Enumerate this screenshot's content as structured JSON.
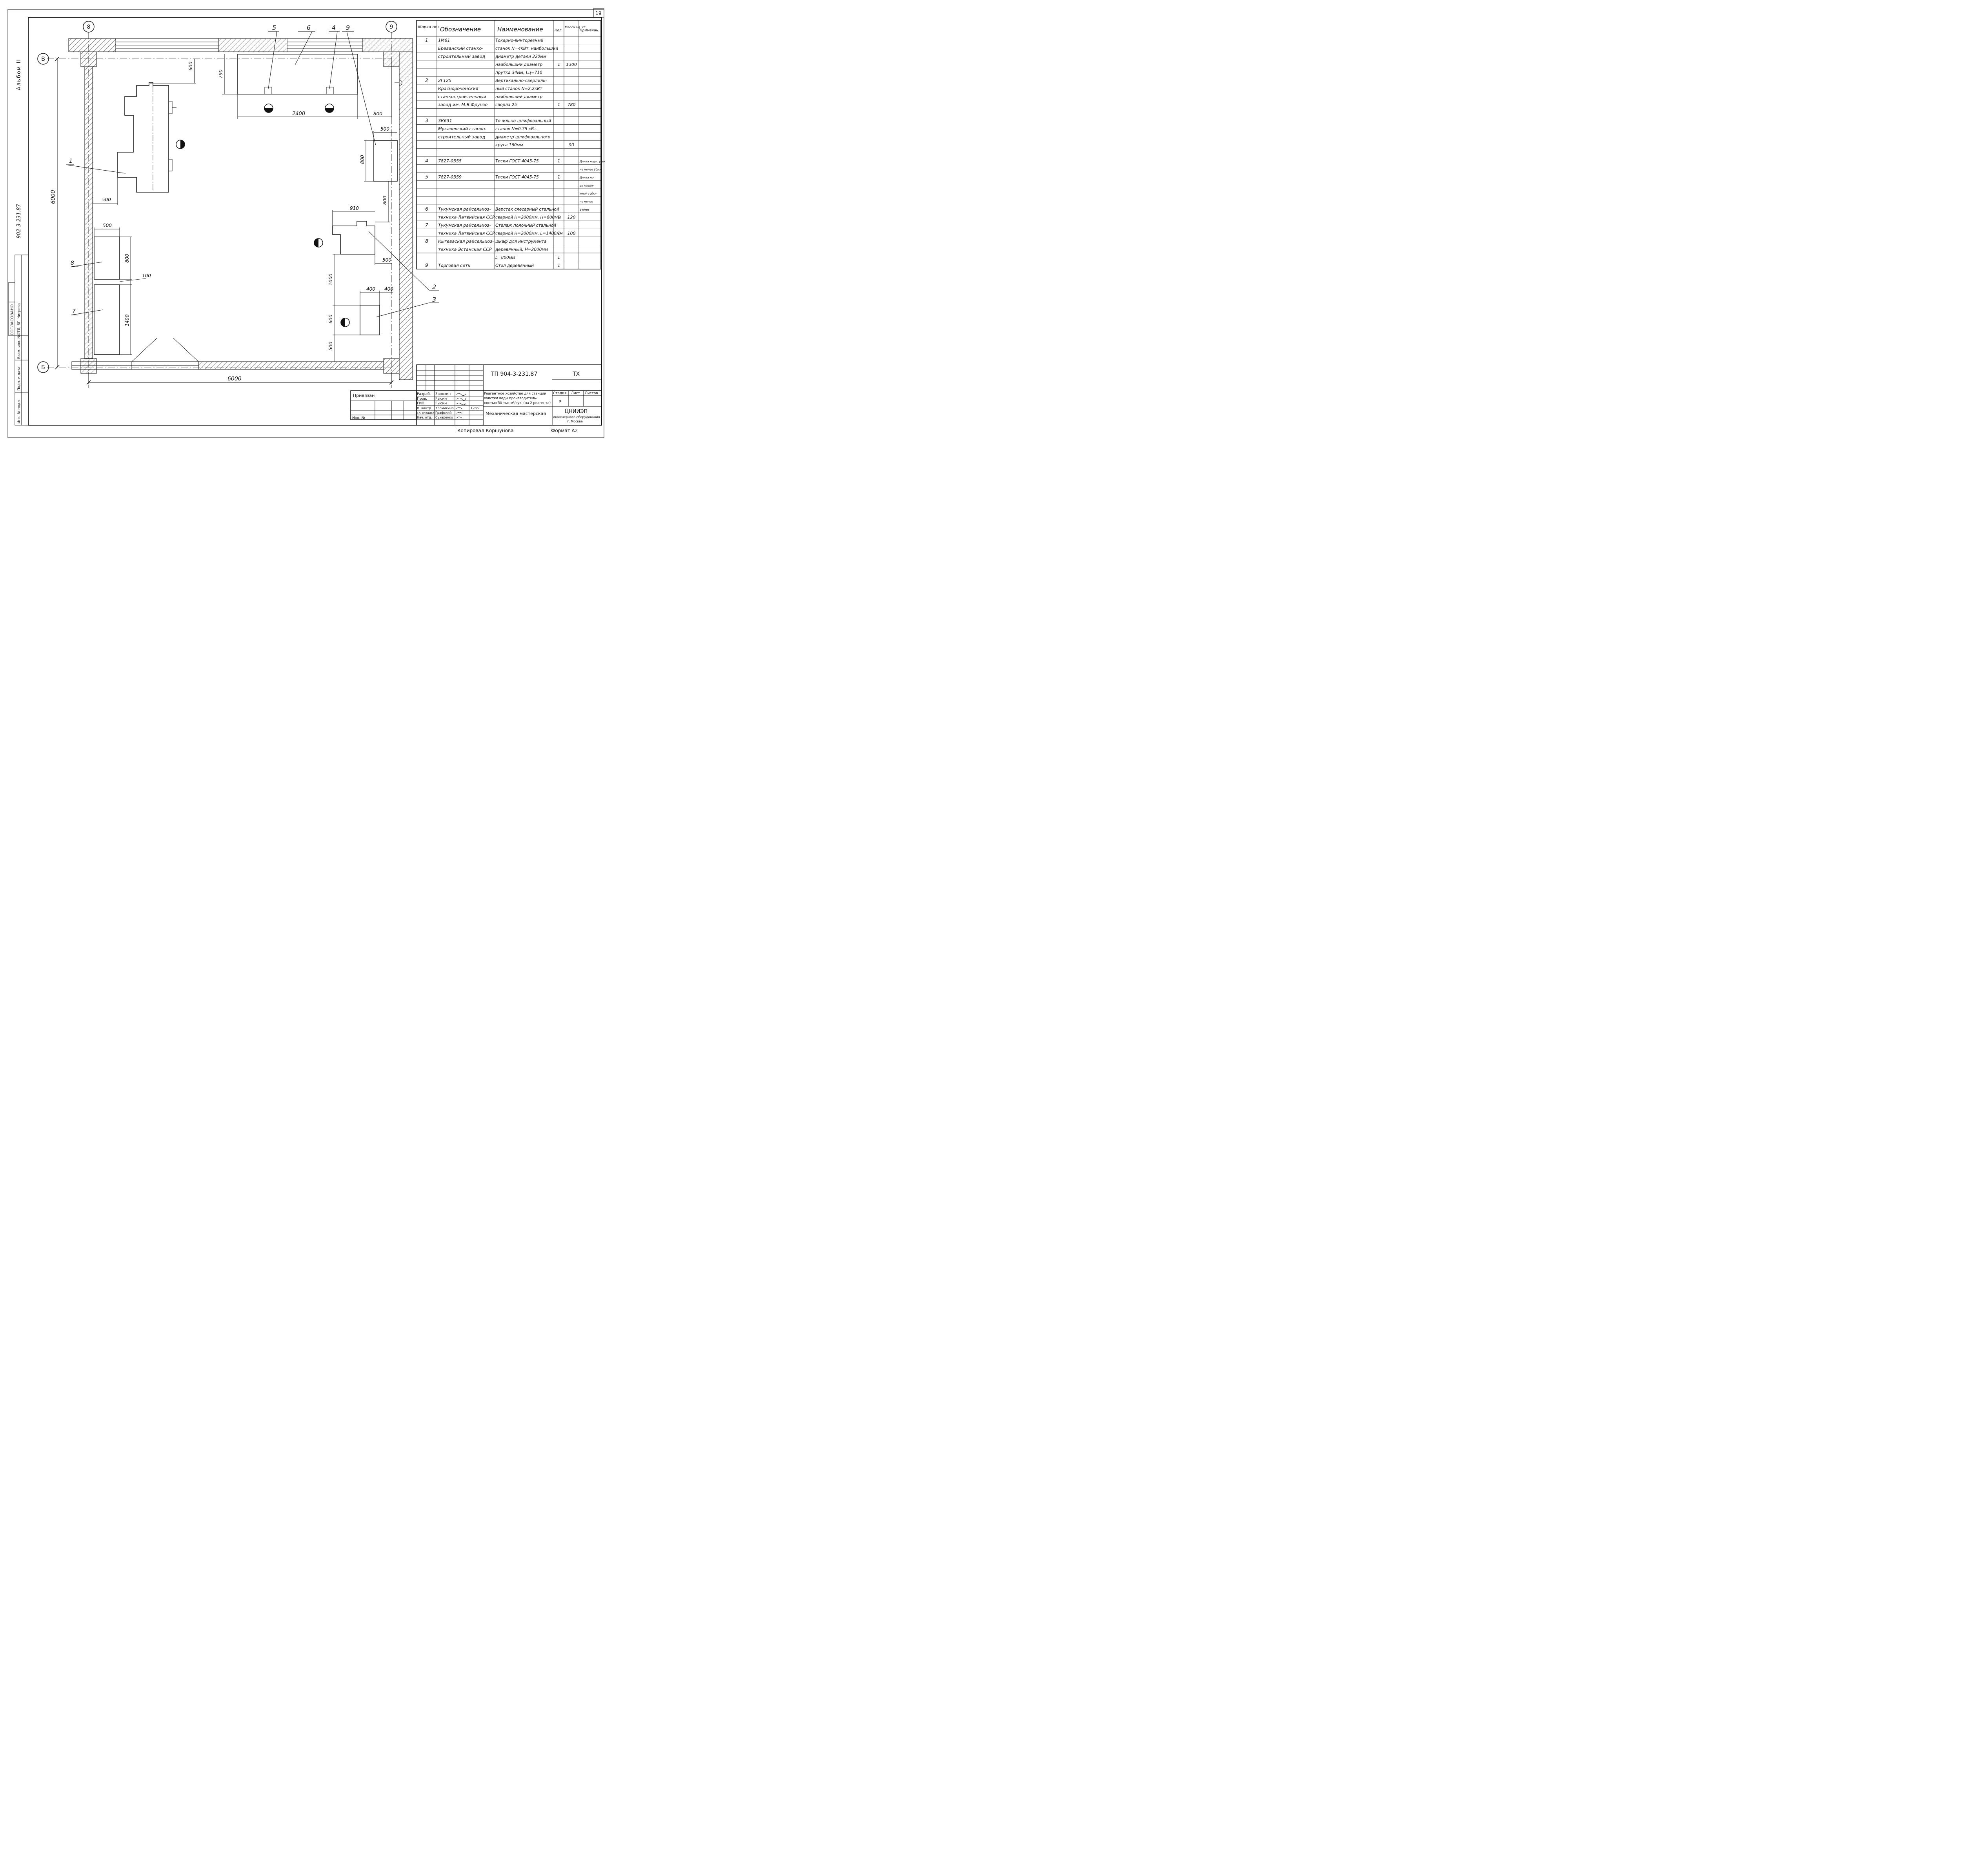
{
  "sheet": {
    "sheet_number": "19",
    "album": "Альбом II",
    "doc_code": "902-3-231.87",
    "format": "Формат А2",
    "copied_by": "Копировал Коршунова"
  },
  "plan": {
    "axes": {
      "top_left": "8",
      "top_right": "9",
      "left_top": "В",
      "left_bottom": "Б"
    },
    "dims": {
      "overall_bottom": "6000",
      "overall_left": "6000",
      "d600": "600",
      "d790": "790",
      "d2400": "2400",
      "d800_top": "800",
      "d500_cab": "500",
      "d800_cab": "800",
      "d800_gap": "800",
      "d500_wall": "500",
      "d500_rack": "500",
      "d800_rack": "800",
      "d100": "100",
      "d1400": "1400",
      "d910": "910",
      "d500_grind": "500",
      "d1000": "1000",
      "d400a": "400",
      "d400b": "400",
      "d600_drill": "600",
      "d500_bot": "500"
    },
    "leaders": {
      "p1": "1",
      "p2": "2",
      "p3": "3",
      "p4": "4",
      "p5": "5",
      "p6": "6",
      "p7": "7",
      "p8": "8",
      "p9": "9"
    }
  },
  "spec": {
    "headers": {
      "mark": "Марка поз.",
      "designation": "Обозначение",
      "name": "Наименование",
      "qty": "Кол.",
      "mass": "Масса ед. кг",
      "note": "Примечан."
    },
    "rows": [
      {
        "mark": "1",
        "des": "1М61",
        "name": "Токарно-винторезный",
        "qty": "",
        "mass": "",
        "note": ""
      },
      {
        "mark": "",
        "des": "Ереванский станко-",
        "name": "станок N=4кВт, наибольший",
        "qty": "",
        "mass": "",
        "note": ""
      },
      {
        "mark": "",
        "des": "строительный завод",
        "name": "диаметр детали 320мм",
        "qty": "",
        "mass": "",
        "note": ""
      },
      {
        "mark": "",
        "des": "",
        "name": "наибольший диаметр",
        "qty": "1",
        "mass": "1300",
        "note": ""
      },
      {
        "mark": "",
        "des": "",
        "name": "прутка 34мм, Lц=710",
        "qty": "",
        "mass": "",
        "note": ""
      },
      {
        "mark": "2",
        "des": "2Г125",
        "name": "Вертикально-сверлиль-",
        "qty": "",
        "mass": "",
        "note": ""
      },
      {
        "mark": "",
        "des": "Краснореченский",
        "name": "ный станок N=2,2кВт",
        "qty": "",
        "mass": "",
        "note": ""
      },
      {
        "mark": "",
        "des": "станкостроительный",
        "name": "наибольший диаметр",
        "qty": "",
        "mass": "",
        "note": ""
      },
      {
        "mark": "",
        "des": "завод им. М.В.Фрунзе",
        "name": "сверла 25",
        "qty": "1",
        "mass": "780",
        "note": ""
      },
      {
        "mark": "",
        "des": "",
        "name": "",
        "qty": "",
        "mass": "",
        "note": ""
      },
      {
        "mark": "3",
        "des": "3К631",
        "name": "Точильно-шлифовальный",
        "qty": "",
        "mass": "",
        "note": ""
      },
      {
        "mark": "",
        "des": "Мукачевский станко-",
        "name": "станок N=0.75 кВт.",
        "qty": "",
        "mass": "",
        "note": ""
      },
      {
        "mark": "",
        "des": "строительный завод",
        "name": "диаметр шлифовального",
        "qty": "",
        "mass": "",
        "note": ""
      },
      {
        "mark": "",
        "des": "",
        "name": "круга 160мм",
        "qty": "",
        "mass": "90",
        "note": ""
      },
      {
        "mark": "",
        "des": "",
        "name": "",
        "qty": "",
        "mass": "",
        "note": ""
      },
      {
        "mark": "4",
        "des": "7827-0355",
        "name": "Тиски ГОСТ 4045-75",
        "qty": "1",
        "mass": "",
        "note": "Длина хода губок"
      },
      {
        "mark": "",
        "des": "",
        "name": "",
        "qty": "",
        "mass": "",
        "note": "не менее 60мм"
      },
      {
        "mark": "5",
        "des": "7827-0359",
        "name": "Тиски ГОСТ 4045-75",
        "qty": "1",
        "mass": "",
        "note": "Длина хо-"
      },
      {
        "mark": "",
        "des": "",
        "name": "",
        "qty": "",
        "mass": "",
        "note": "да подви-"
      },
      {
        "mark": "",
        "des": "",
        "name": "",
        "qty": "",
        "mass": "",
        "note": "жной губки"
      },
      {
        "mark": "",
        "des": "",
        "name": "",
        "qty": "",
        "mass": "",
        "note": "не менее"
      },
      {
        "mark": "6",
        "des": "Тукумская райсельхоз-",
        "name": "Верстак слесарный стальной",
        "qty": "",
        "mass": "",
        "note": "140мм"
      },
      {
        "mark": "",
        "des": "техника Латвийская ССР",
        "name": "сварной Н=2000мм, Н=800мм",
        "qty": "1",
        "mass": "120",
        "note": ""
      },
      {
        "mark": "7",
        "des": "Тукумская райсельхоз-",
        "name": "Стелаж полочный стальной",
        "qty": "",
        "mass": "",
        "note": ""
      },
      {
        "mark": "",
        "des": "техника Латвийская ССР",
        "name": "сварной Н=2000мм, L=1400мм",
        "qty": "1",
        "mass": "100",
        "note": ""
      },
      {
        "mark": "8",
        "des": "Кыгеваская райсельхоз-",
        "name": "шкаф для инструмента",
        "qty": "",
        "mass": "",
        "note": ""
      },
      {
        "mark": "",
        "des": "техника Эстанская ССР",
        "name": "деревянный, Н=2000мм",
        "qty": "",
        "mass": "",
        "note": ""
      },
      {
        "mark": "",
        "des": "",
        "name": "L=800мм",
        "qty": "1",
        "mass": "",
        "note": ""
      },
      {
        "mark": "9",
        "des": "Торговая сеть",
        "name": "Стол деревянный",
        "qty": "1",
        "mass": "",
        "note": ""
      }
    ]
  },
  "side": {
    "agreed": "СОГЛАСОВАНО",
    "dept": "ОТД. БГ",
    "person": "Чигрева",
    "inv_orig": "Инв. № подл.",
    "sign_date": "Подп. и дата",
    "inv_repl": "Взам. инв. №"
  },
  "titleblock": {
    "code": "ТП 904-3-231.87",
    "mark_tx": "ТХ",
    "privyazan": "Привязан",
    "inv": "Инв. №",
    "roles": [
      "Разраб.",
      "Пров.",
      "ГИП",
      "Н. контр.",
      "Гл. специал.",
      "Нач. отд."
    ],
    "names": [
      "Занозин",
      "Рысин",
      "Рысин",
      "Хромихина",
      "Графский",
      "Сухаренко"
    ],
    "year": "1286",
    "project_title_1": "Реагентное хозяйство для станции",
    "project_title_2": "очистки воды производитель-",
    "project_title_3": "ностью 50 тыс м³/сут. (на 2 реагента)",
    "stage_h": "Стадия",
    "sheet_h": "Лист",
    "sheets_h": "Листов",
    "stage": "Р",
    "drawing_title": "Механическая мастерская",
    "org_1": "ЦНИИЭП",
    "org_2": "инженерного оборудования",
    "org_3": "г. Москва"
  }
}
